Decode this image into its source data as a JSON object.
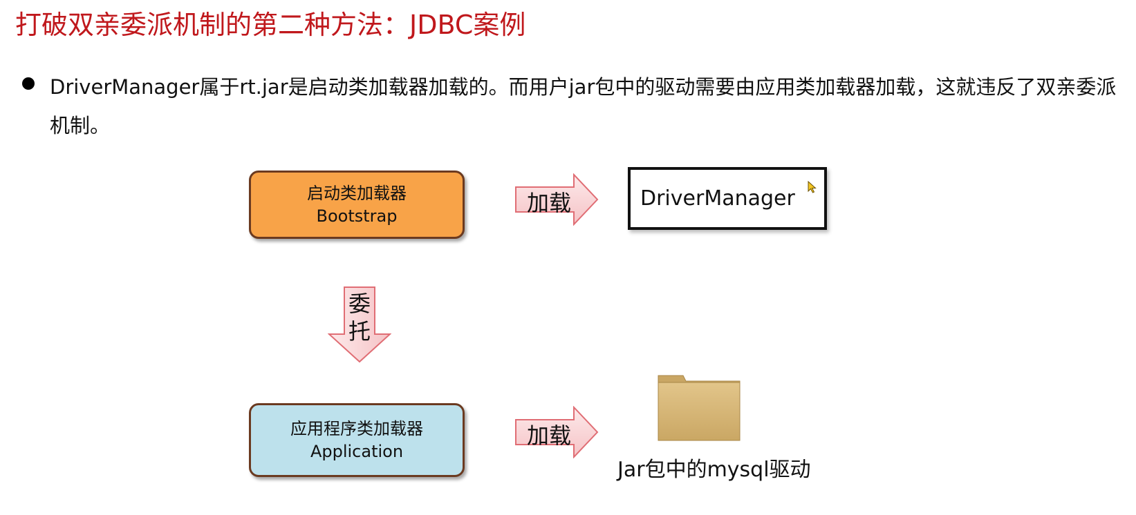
{
  "title": "打破双亲委派机制的第二种方法：JDBC案例",
  "bullet": {
    "text": "DriverManager属于rt.jar是启动类加载器加载的。而用户jar包中的驱动需要由应用类加载器加载，这就违反了双亲委派机制。"
  },
  "diagram": {
    "bootstrap_box": {
      "line1": "启动类加载器",
      "line2": "Bootstrap",
      "fill": "#f8a348"
    },
    "application_box": {
      "line1": "应用程序类加载器",
      "line2": "Application",
      "fill": "#bde1ec"
    },
    "arrow_load_top": "加载",
    "arrow_load_bottom": "加载",
    "arrow_delegate": "委托",
    "driver_manager_label": "DriverManager",
    "folder_label": "Jar包中的mysql驱动",
    "arrow_fill": "#f7d4d6",
    "arrow_stroke": "#e06d74",
    "title_color": "#c0181c",
    "folder_color": "#d9b97c"
  }
}
